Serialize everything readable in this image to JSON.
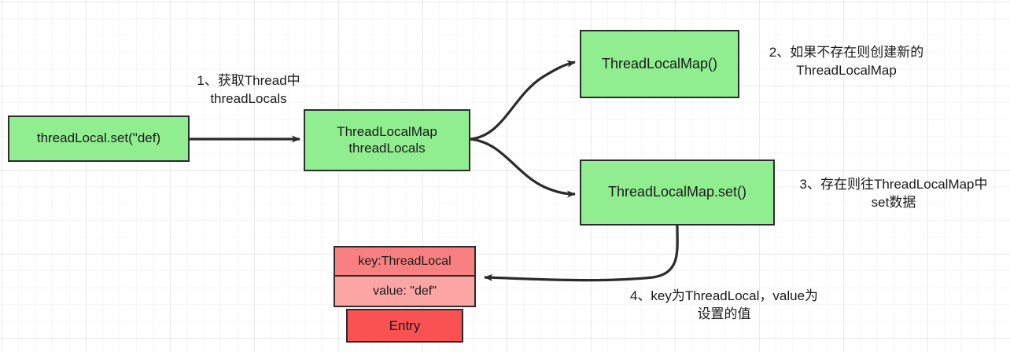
{
  "diagram": {
    "title": "ThreadLocal.set() execution flow",
    "background": "graph-paper-grid",
    "colors": {
      "node_green": "#90ee90",
      "entry_key_pink": "#f98080",
      "entry_value_pink": "#fca5a5",
      "entry_label_red": "#fa5252",
      "stroke": "#2b2b2b",
      "text": "#1a1a1a"
    }
  },
  "nodes": {
    "thread_local_set": {
      "label": "threadLocal.set(\"def)"
    },
    "thread_locals_map": {
      "label": "ThreadLocalMap\nthreadLocals"
    },
    "thread_local_map_ctor": {
      "label": "ThreadLocalMap()"
    },
    "thread_local_map_set": {
      "label": "ThreadLocalMap.set()"
    }
  },
  "entry": {
    "key_row": "key:ThreadLocal",
    "value_row": "value: \"def\"",
    "entry_row": "Entry"
  },
  "notes": {
    "step1": "1、获取Thread中\nthreadLocals",
    "step2": "2、如果不存在则创建新的\nThreadLocalMap",
    "step3": "3、存在则往ThreadLocalMap中\nset数据",
    "step4": "4、key为ThreadLocal，value为\n设置的值"
  }
}
